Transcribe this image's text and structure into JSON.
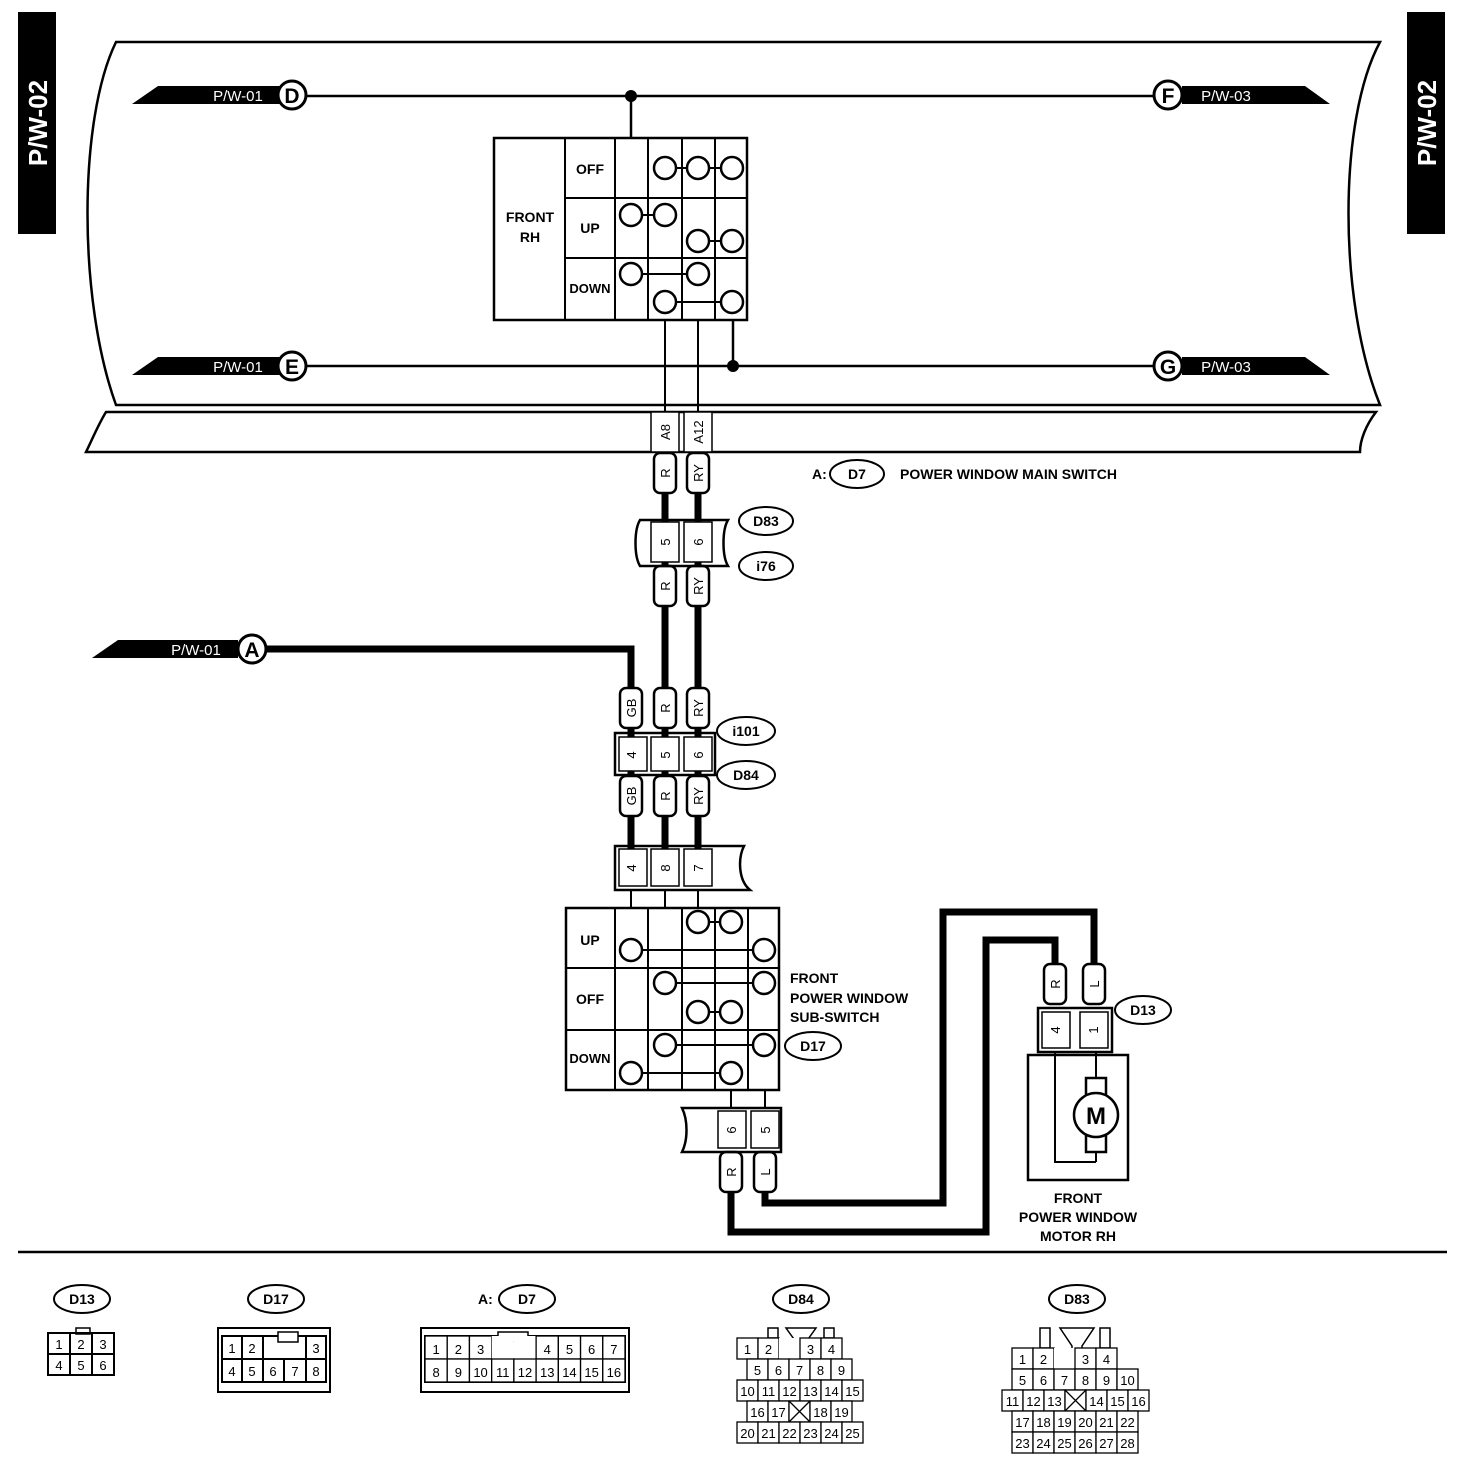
{
  "page_tag": "P/W-02",
  "offpage": {
    "D": {
      "letter": "D",
      "ref": "P/W-01"
    },
    "E": {
      "letter": "E",
      "ref": "P/W-01"
    },
    "F": {
      "letter": "F",
      "ref": "P/W-03"
    },
    "G": {
      "letter": "G",
      "ref": "P/W-03"
    },
    "A": {
      "letter": "A",
      "ref": "P/W-01"
    }
  },
  "main_switch": {
    "name_line1": "FRONT",
    "name_line2": "RH",
    "positions": [
      "OFF",
      "UP",
      "DOWN"
    ],
    "connector_prefix": "A:",
    "connector_id": "D7",
    "title": "POWER WINDOW MAIN SWITCH",
    "terminals": [
      "A8",
      "A12"
    ]
  },
  "wire_colors": {
    "r": "R",
    "ry": "RY",
    "gb": "GB",
    "l": "L"
  },
  "connectors": {
    "d83": {
      "id": "D83",
      "pins": [
        "5",
        "6"
      ]
    },
    "i76": {
      "id": "i76"
    },
    "i101": {
      "id": "i101",
      "pins": [
        "4",
        "5",
        "6"
      ]
    },
    "d84": {
      "id": "D84"
    },
    "d17_top": {
      "pins": [
        "4",
        "8",
        "7"
      ]
    },
    "d17_bottom": {
      "pins": [
        "6",
        "5"
      ]
    },
    "d13": {
      "id": "D13",
      "pins": [
        "4",
        "1"
      ]
    }
  },
  "sub_switch": {
    "positions": [
      "UP",
      "OFF",
      "DOWN"
    ],
    "name_line1": "FRONT",
    "name_line2": "POWER WINDOW",
    "name_line3": "SUB-SWITCH",
    "connector_id": "D17"
  },
  "motor": {
    "symbol": "M",
    "name_line1": "FRONT",
    "name_line2": "POWER WINDOW",
    "name_line3": "MOTOR RH"
  },
  "connector_views": {
    "d13": {
      "id": "D13",
      "rows": [
        [
          "1",
          "2",
          "3"
        ],
        [
          "4",
          "5",
          "6"
        ]
      ]
    },
    "d17": {
      "id": "D17",
      "rows": [
        [
          "1",
          "2",
          "",
          "",
          "3"
        ],
        [
          "4",
          "5",
          "6",
          "7",
          "8"
        ]
      ]
    },
    "d7": {
      "prefix": "A:",
      "id": "D7",
      "rows": [
        [
          "1",
          "2",
          "3",
          "",
          "",
          "4",
          "5",
          "6",
          "7"
        ],
        [
          "8",
          "9",
          "10",
          "11",
          "12",
          "13",
          "14",
          "15",
          "16"
        ]
      ]
    },
    "d84": {
      "id": "D84",
      "rows": [
        [
          "1",
          "2",
          "",
          "3",
          "4"
        ],
        [
          "5",
          "6",
          "7",
          "8",
          "9"
        ],
        [
          "10",
          "11",
          "12",
          "13",
          "14",
          "15"
        ],
        [
          "16",
          "17",
          "",
          "18",
          "19"
        ],
        [
          "20",
          "21",
          "22",
          "23",
          "24",
          "25"
        ]
      ]
    },
    "d83": {
      "id": "D83",
      "rows": [
        [
          "1",
          "2",
          "",
          "3",
          "4"
        ],
        [
          "5",
          "6",
          "7",
          "8",
          "9",
          "10"
        ],
        [
          "11",
          "12",
          "13",
          "",
          "14",
          "15",
          "16"
        ],
        [
          "17",
          "18",
          "19",
          "20",
          "21",
          "22"
        ],
        [
          "23",
          "24",
          "25",
          "26",
          "27",
          "28"
        ]
      ]
    }
  }
}
